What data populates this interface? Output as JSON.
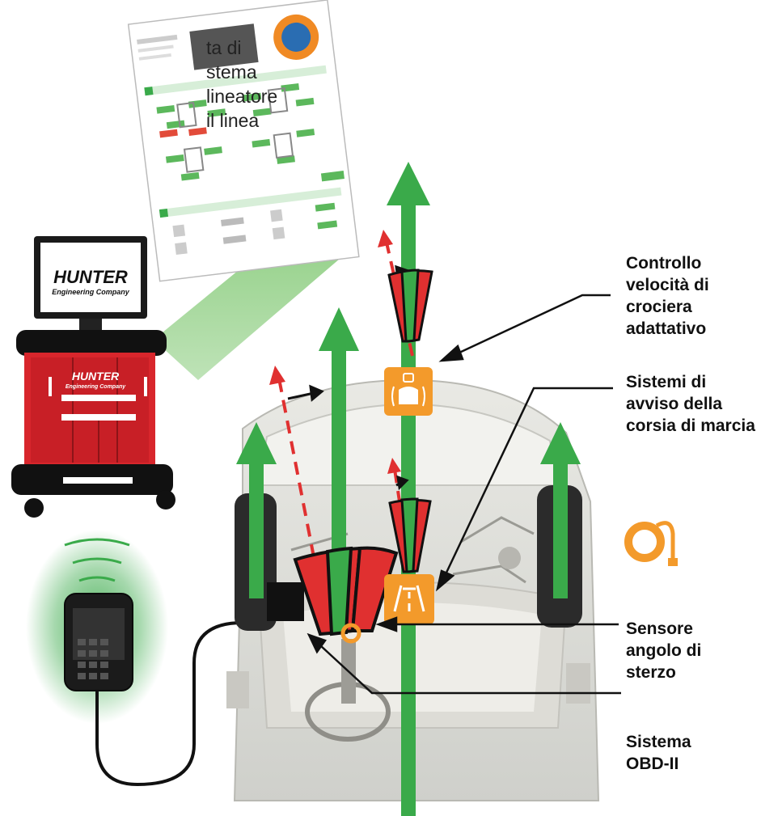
{
  "intro_lines": [
    "ta di",
    "stema",
    "lineatore",
    "il linea"
  ],
  "brand": {
    "name": "HUNTER",
    "sub": "Engineering Company"
  },
  "callouts": {
    "acc": [
      "Controllo",
      "velocità di",
      "crociera",
      "adattativo"
    ],
    "lane": [
      "Sistemi di",
      "avviso della",
      "corsia di marcia"
    ],
    "sas": [
      "Sensore",
      "angolo di",
      "sterzo"
    ],
    "obd": [
      "Sistema",
      "OBD-II"
    ]
  },
  "colors": {
    "green": "#3aaa4a",
    "red": "#e03030",
    "orange": "#f39a2b",
    "cabinet_red": "#d8262c",
    "black": "#111111"
  },
  "icons": [
    "report-sheet-icon",
    "alignment-console-icon",
    "obd-dongle-icon",
    "acc-sensor-icon",
    "lane-camera-icon",
    "steering-sensor-icon",
    "car-top-view-icon"
  ]
}
